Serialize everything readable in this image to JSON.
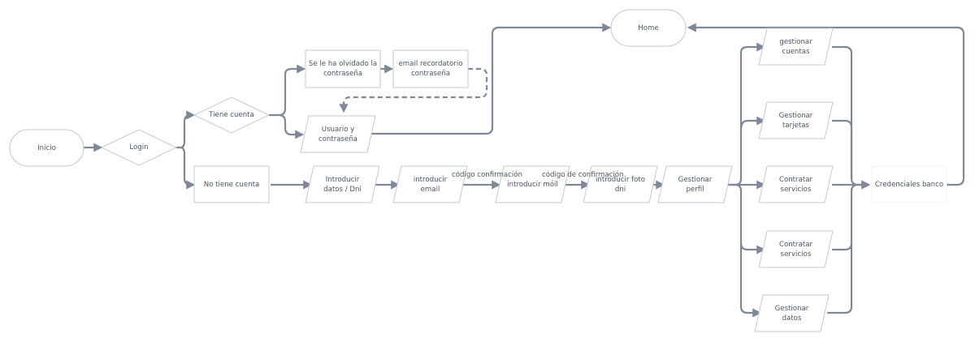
{
  "colors": {
    "edge": "#7d8898",
    "node_stroke": "#c4c9d0",
    "node_fill": "#ffffff",
    "text": "#4a5563"
  },
  "nodes": {
    "inicio": "Inicio",
    "login": "Login",
    "tiene_cuenta": "Tiene cuenta",
    "no_tiene_cuenta": "No tiene cuenta",
    "olvidado": "Se le ha olvidado la\ncontraseña",
    "email_recordatorio": "email recordatorio\ncontraseña",
    "usuario": "Usuario y\ncontraseña",
    "home": "Home",
    "introducir_datos": "Introducir\ndatos / Dni",
    "introducir_email": "introducir\nemail",
    "introducir_movil": "introducir móil",
    "introducir_foto": "introducir foto\ndni",
    "gestionar_perfil": "Gestionar\nperfil",
    "gestionar_cuentas": "gestionar\ncuentas",
    "gestionar_tarjetas": "Gestionar\ntarjetas",
    "contratar_servicios_1": "Contratar\nservicios",
    "contratar_servicios_2": "Contratar\nservicios",
    "gestionar_datos": "Gestionar\ndatos",
    "credenciales_banco": "Credenciales banco"
  },
  "edge_labels": {
    "codigo_1": "código confirmación",
    "codigo_2": "código de confirmación"
  }
}
